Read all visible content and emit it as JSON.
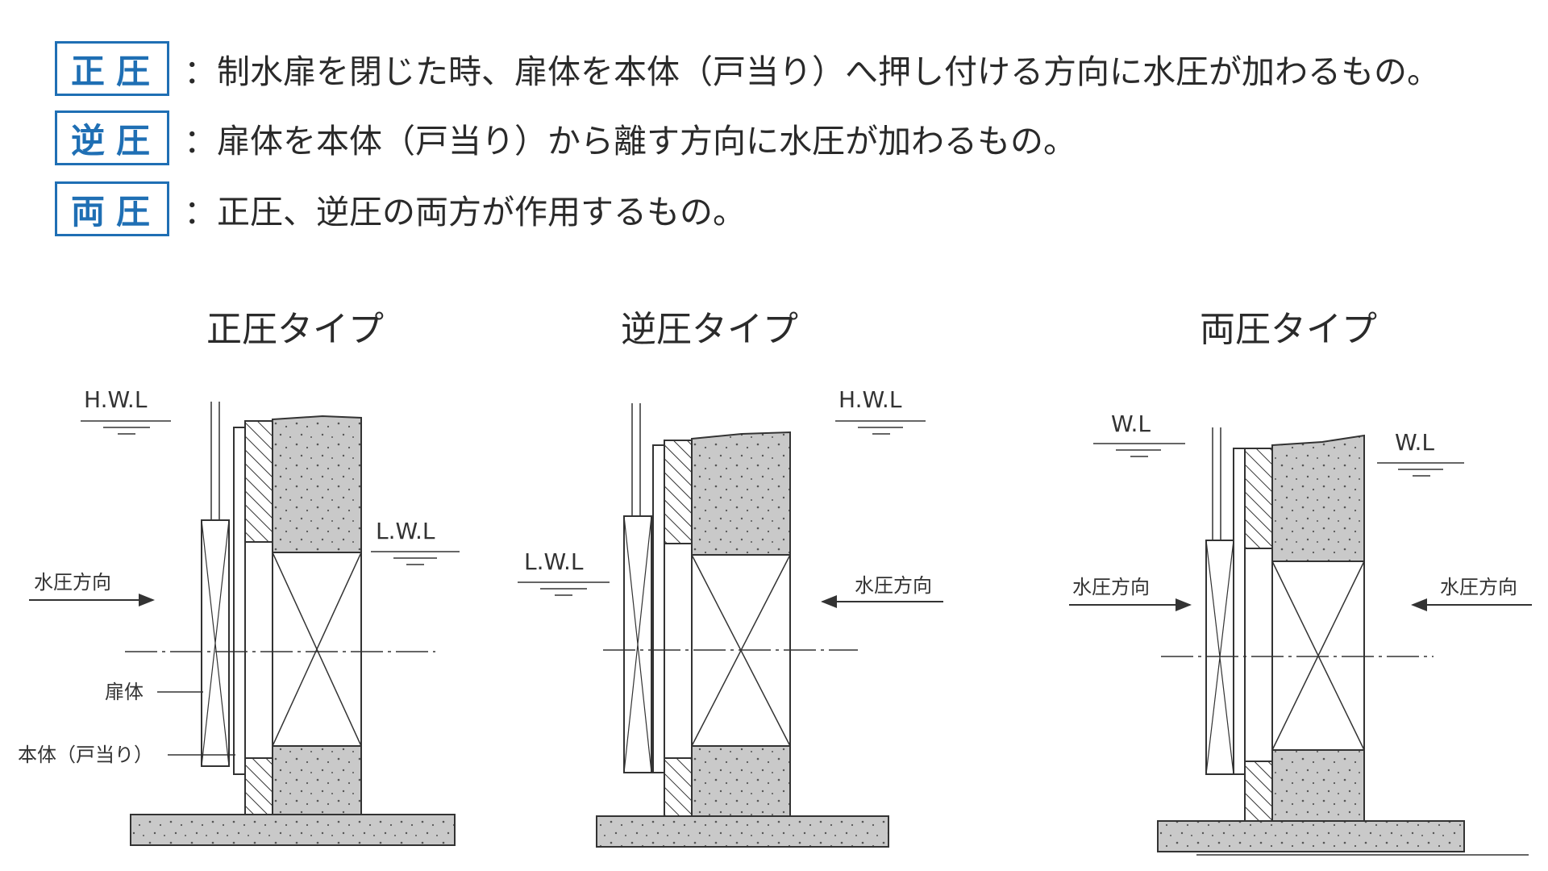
{
  "definitions": [
    {
      "term": "正圧",
      "text": "：制水扉を閉じた時、扉体を本体（戸当り）へ押し付ける方向に水圧が加わるもの。"
    },
    {
      "term": "逆圧",
      "text": "：扉体を本体（戸当り）から離す方向に水圧が加わるもの。"
    },
    {
      "term": "両圧",
      "text": "：正圧、逆圧の両方が作用するもの。"
    }
  ],
  "diagrams": [
    {
      "title": "正圧タイプ",
      "left_level": "H.W.L",
      "right_level": "L.W.L",
      "pressure_label": "水圧方向",
      "pressure_side": "left",
      "door_label": "扉体",
      "frame_label": "本体（戸当り）"
    },
    {
      "title": "逆圧タイプ",
      "left_level": "L.W.L",
      "right_level": "H.W.L",
      "pressure_label": "水圧方向",
      "pressure_side": "right"
    },
    {
      "title": "両圧タイプ",
      "left_level": "W.L",
      "right_level": "W.L",
      "pressure_label": "水圧方向",
      "pressure_side": "both"
    }
  ],
  "colors": {
    "accent": "#1f6fb4",
    "concrete": "#c9c9c9",
    "line": "#333333"
  }
}
